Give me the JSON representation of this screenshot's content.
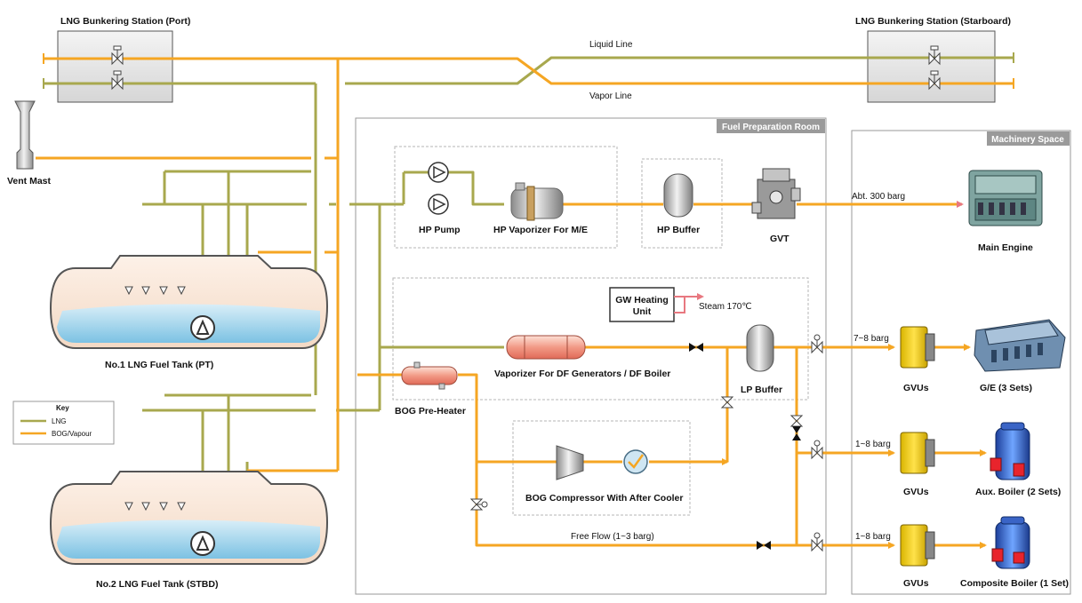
{
  "colors": {
    "lng": "#a8a84e",
    "bog": "#f5a623",
    "room_header": "#9a9a9a",
    "tank_fill": "#cfe8f3",
    "liquid": "#8fcbe6"
  },
  "stations": {
    "port": "LNG Bunkering Station (Port)",
    "starboard": "LNG Bunkering Station (Starboard)"
  },
  "lines": {
    "liquid": "Liquid Line",
    "vapor": "Vapor Line"
  },
  "vent_mast": "Vent Mast",
  "rooms": {
    "fuel_prep": "Fuel Preparation Room",
    "machinery": "Machinery Space"
  },
  "tanks": {
    "tank1": "No.1 LNG Fuel Tank (PT)",
    "tank2": "No.2 LNG Fuel Tank (STBD)"
  },
  "legend": {
    "title": "Key",
    "lng": "LNG",
    "bog": "BOG/Vapour"
  },
  "equipment": {
    "hp_pump": "HP Pump",
    "hp_vaporizer": "HP Vaporizer For M/E",
    "hp_buffer": "HP Buffer",
    "gvt": "GVT",
    "main_engine": "Main Engine",
    "gw_heating_1": "GW Heating",
    "gw_heating_2": "Unit",
    "steam": "Steam 170℃",
    "vaporizer_df": "Vaporizer For DF Generators / DF Boiler",
    "lp_buffer": "LP Buffer",
    "bog_preheater": "BOG Pre-Heater",
    "bog_compressor": "BOG Compressor With After Cooler",
    "free_flow": "Free Flow (1~3 barg)",
    "gvus_1": "GVUs",
    "gvus_2": "GVUs",
    "gvus_3": "GVUs",
    "ge": "G/E (3 Sets)",
    "aux_boiler": "Aux. Boiler (2 Sets)",
    "composite_boiler": "Composite Boiler (1 Set)"
  },
  "pressures": {
    "main": "Abt. 300 barg",
    "ge": "7~8 barg",
    "aux": "1~8 barg",
    "composite": "1~8 barg"
  }
}
